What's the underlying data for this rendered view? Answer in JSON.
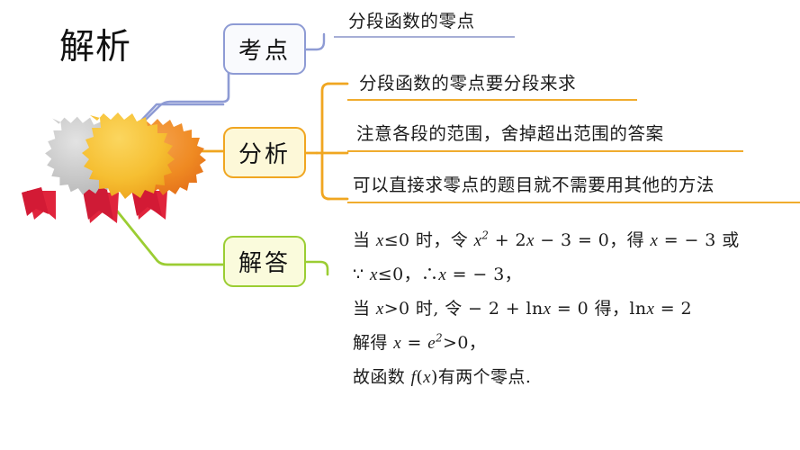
{
  "diagram": {
    "title": "解析",
    "center": {
      "label": "解析",
      "badge_colors": {
        "grey": "#c9c9c9",
        "gold": "#f5bb2b",
        "orange": "#ef8a22",
        "ribbon": "#e0243c"
      }
    },
    "branches": [
      {
        "id": "kaodian",
        "label": "考点",
        "accent": "#8e9bd4",
        "fill": "#f9fafd",
        "items": [
          {
            "text": "分段函数的零点",
            "rule_color": "#a6aed6"
          }
        ]
      },
      {
        "id": "fenxi",
        "label": "分析",
        "accent": "#f0a621",
        "fill": "#fdf8d8",
        "items": [
          {
            "text": "分段函数的零点要分段来求",
            "rule_color": "#f0ac2e"
          },
          {
            "text": "注意各段的范围，舍掉超出范围的答案",
            "rule_color": "#f0ac2e"
          },
          {
            "text": "可以直接求零点的题目就不需要用其他的方法",
            "rule_color": "#f0ac2e"
          }
        ]
      },
      {
        "id": "jieda",
        "label": "解答",
        "accent": "#9bcd33",
        "fill": "#fafbdc",
        "solution_lines": [
          "当 x≤0 时，令 x2 + 2x − 3 = 0，得 x = − 3 或",
          "∵ x≤0，∴x = − 3，",
          "当 x>0 时, 令 − 2 + lnx = 0 得，lnx = 2",
          "解得 x = e2>0，",
          "故函数 f(x)有两个零点."
        ]
      }
    ]
  }
}
